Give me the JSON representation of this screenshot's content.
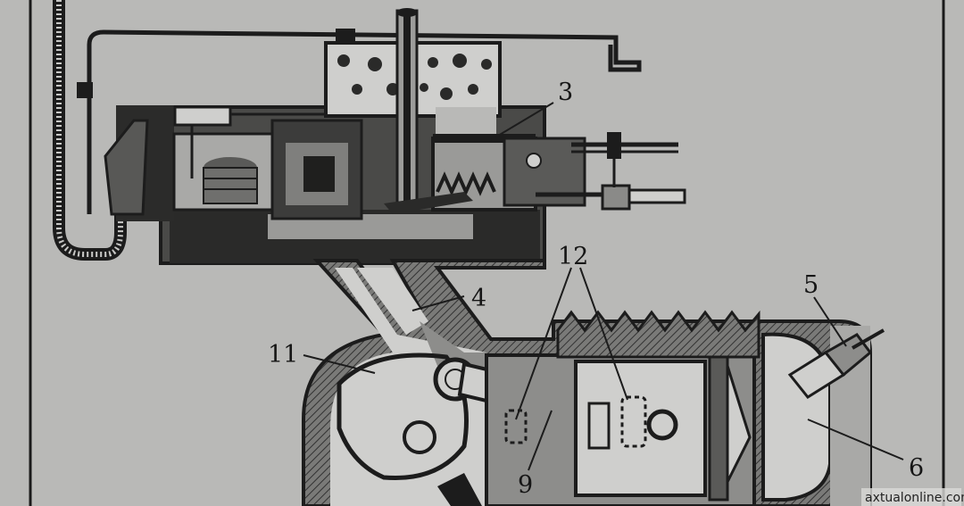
{
  "diagram": {
    "callouts": [
      {
        "id": "3",
        "label": "3"
      },
      {
        "id": "4",
        "label": "4"
      },
      {
        "id": "5",
        "label": "5"
      },
      {
        "id": "6",
        "label": "6"
      },
      {
        "id": "9",
        "label": "9"
      },
      {
        "id": "11",
        "label": "11"
      },
      {
        "id": "12",
        "label": "12"
      }
    ]
  },
  "watermark": "axtualonline.com",
  "colors": {
    "paper": "#b9b9b7",
    "ink": "#1c1c1c",
    "light_fill": "#cfcfcd",
    "mid_fill": "#8d8d8b"
  }
}
